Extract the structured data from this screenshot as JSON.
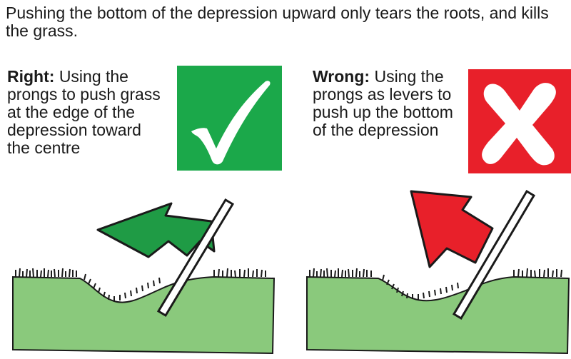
{
  "intro": {
    "text": "Pushing the bottom of the depression upward only tears the roots, and kills the grass."
  },
  "panels": [
    {
      "label": "Right:",
      "description": "Using the prongs to push grass at the edge of the depression toward the centre",
      "sign_icon": "check-mark-icon",
      "sign_color": "#1ba84a"
    },
    {
      "label": "Wrong:",
      "description": "Using the prongs as levers to push up the bottom of the depression",
      "sign_icon": "cross-mark-icon",
      "sign_color": "#e8202a"
    }
  ],
  "colors": {
    "turf": "#8ac97c",
    "right_arrow": "#1f9b45",
    "wrong_arrow": "#e8202a",
    "outline": "#1a1a1a"
  }
}
